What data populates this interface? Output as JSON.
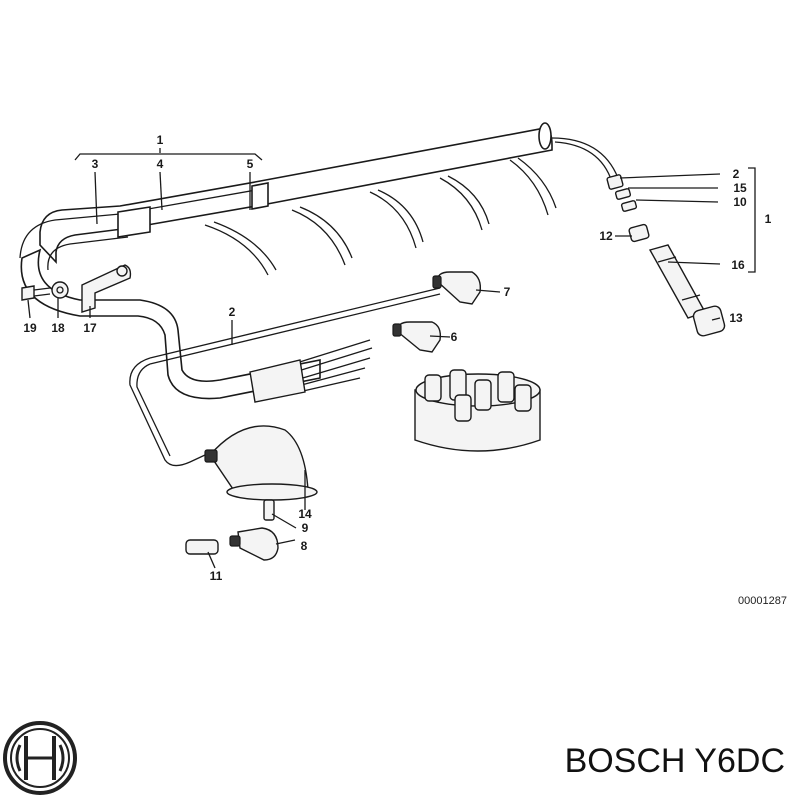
{
  "diagram": {
    "callouts": [
      "1",
      "2",
      "3",
      "4",
      "5",
      "6",
      "7",
      "8",
      "9",
      "10",
      "11",
      "12",
      "13",
      "14",
      "15",
      "16",
      "17",
      "18",
      "19"
    ],
    "reference_code": "00001287"
  },
  "footer": {
    "brand_text": "BOSCH Y6DC",
    "logo_icon": "bosch-armature-logo-icon"
  }
}
